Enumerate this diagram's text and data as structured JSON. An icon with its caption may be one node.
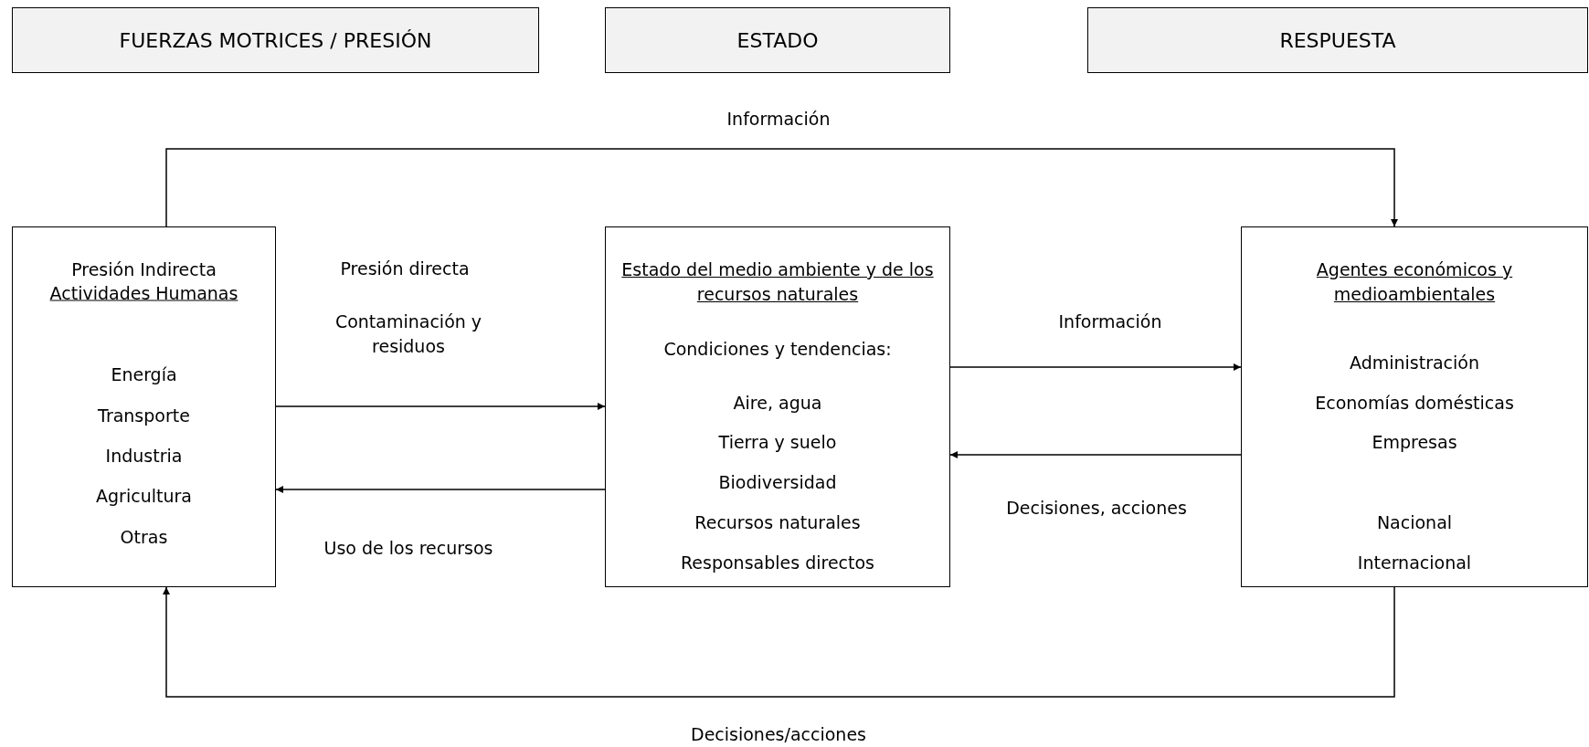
{
  "diagram": {
    "nodes": [
      {
        "text": [
          "FUERZAS MOTRICES / PRESIÓN"
        ]
      },
      {
        "text": [
          "ESTADO"
        ]
      },
      {
        "text": [
          "RESPUESTA"
        ]
      },
      {
        "text": [
          "Presión Indirecta",
          "Actividades Humanas",
          "Energía",
          "Transporte",
          "Industria",
          "Agricultura",
          "Otras"
        ]
      },
      {
        "text": [
          "Estado del medio ambiente y de los recursos naturales",
          "Condiciones y tendencias:",
          "Aire, agua",
          "Tierra y suelo",
          "Biodiversidad",
          "Recursos naturales",
          "Responsables directos"
        ]
      },
      {
        "text": [
          "Agentes económicos y medioambientales",
          "Administración",
          "Economías domésticas",
          "Empresas",
          "Nacional",
          "Internacional"
        ]
      }
    ],
    "edges": [
      {
        "from": 3,
        "to": 5,
        "arrow": "to",
        "label": "Información"
      },
      {
        "from": 3,
        "to": 4,
        "arrow": "to",
        "label": "Contaminación y residuos"
      },
      {
        "from": 4,
        "to": 3,
        "arrow": "to",
        "label": "Uso de los recursos"
      },
      {
        "from": 4,
        "to": 5,
        "arrow": "to",
        "label": "Información"
      },
      {
        "from": 5,
        "to": 4,
        "arrow": "to",
        "label": "Decisiones, acciones"
      },
      {
        "from": 5,
        "to": 3,
        "arrow": "to",
        "label": "Decisiones/acciones"
      }
    ],
    "labels": [
      "Presión directa"
    ]
  }
}
